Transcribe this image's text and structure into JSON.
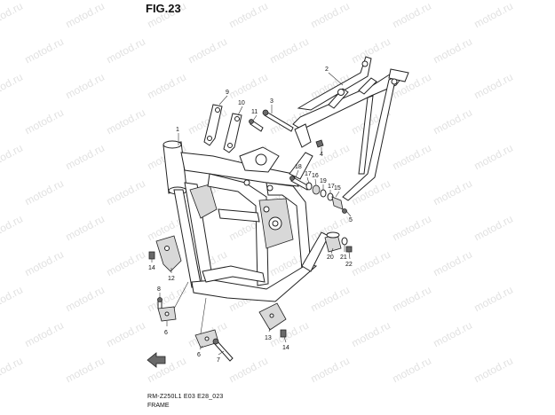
{
  "figure_title": "FIG.23",
  "diagram_code": "RM-Z250L1 E03 E28_023",
  "diagram_caption": "FRAME",
  "watermark_text": "motod.ru",
  "callouts": {
    "c1": "1",
    "c2": "2",
    "c3": "3",
    "c4": "4",
    "c5": "5",
    "c6a": "6",
    "c6b": "6",
    "c7": "7",
    "c8": "8",
    "c9": "9",
    "c10": "10",
    "c11": "11",
    "c12": "12",
    "c13": "13",
    "c14a": "14",
    "c14b": "14",
    "c15": "15",
    "c16": "16",
    "c17a": "17",
    "c17b": "17",
    "c18": "18",
    "c19": "19",
    "c20": "20",
    "c21": "21",
    "c22": "22"
  }
}
